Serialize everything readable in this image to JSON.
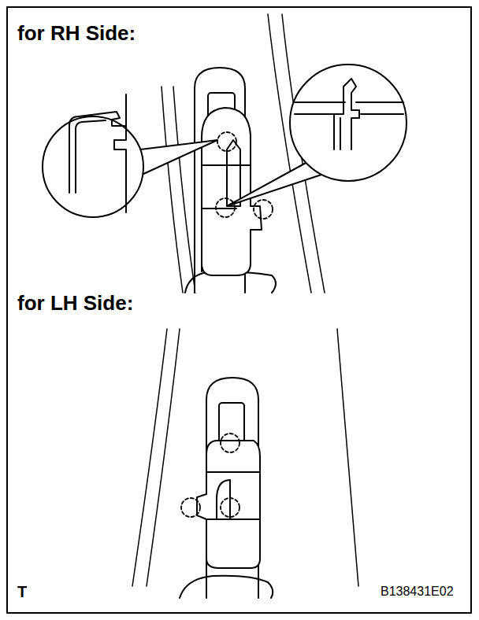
{
  "diagram": {
    "labels": [
      "for RH Side:",
      "for LH Side:",
      "T",
      "B138431E02"
    ]
  }
}
